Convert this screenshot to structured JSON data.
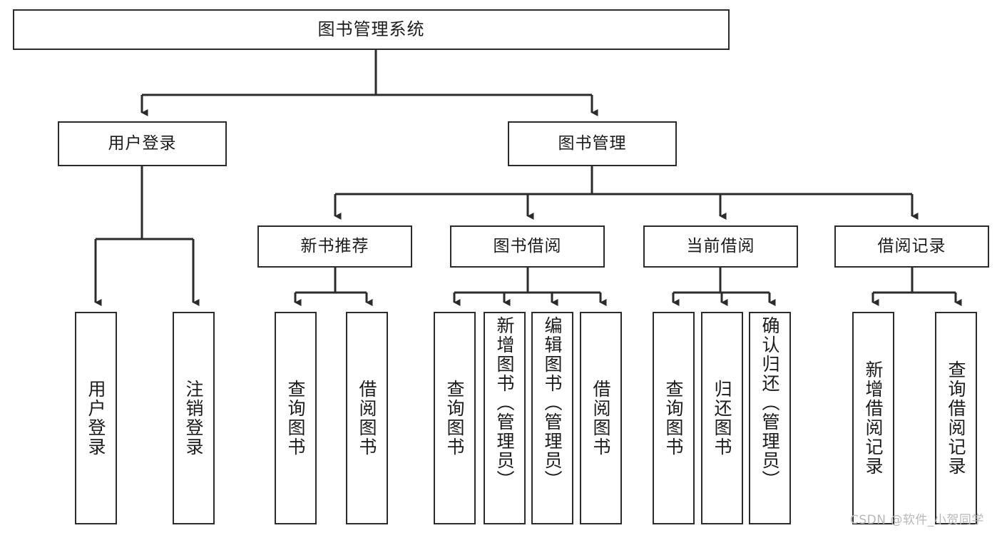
{
  "diagram": {
    "type": "tree",
    "title": "图书管理系统",
    "orientation": "top-down",
    "colors": {
      "box_border": "#2b2b2b",
      "box_fill": "#ffffff",
      "connector": "#2b2b2b",
      "text": "#1b1b1b",
      "watermark": "#b8b8b8"
    },
    "root": {
      "label": "图书管理系统"
    },
    "level2": [
      {
        "label": "用户登录"
      },
      {
        "label": "图书管理"
      }
    ],
    "level3": [
      {
        "label": "新书推荐"
      },
      {
        "label": "图书借阅"
      },
      {
        "label": "当前借阅"
      },
      {
        "label": "借阅记录"
      }
    ],
    "leaves": {
      "user_login": [
        {
          "label": "用户登录"
        },
        {
          "label": "注销登录"
        }
      ],
      "new_book_recommend": [
        {
          "label": "查询图书"
        },
        {
          "label": "借阅图书"
        }
      ],
      "book_borrow": [
        {
          "label": "查询图书"
        },
        {
          "label": "新增图书（管理员）"
        },
        {
          "label": "编辑图书（管理员）"
        },
        {
          "label": "借阅图书"
        }
      ],
      "current_borrow": [
        {
          "label": "查询图书"
        },
        {
          "label": "归还图书"
        },
        {
          "label": "确认归还（管理员）"
        }
      ],
      "borrow_record": [
        {
          "label": "新增借阅记录"
        },
        {
          "label": "查询借阅记录"
        }
      ]
    }
  },
  "watermark": {
    "text": "CSDN @软件_小贺同学"
  }
}
